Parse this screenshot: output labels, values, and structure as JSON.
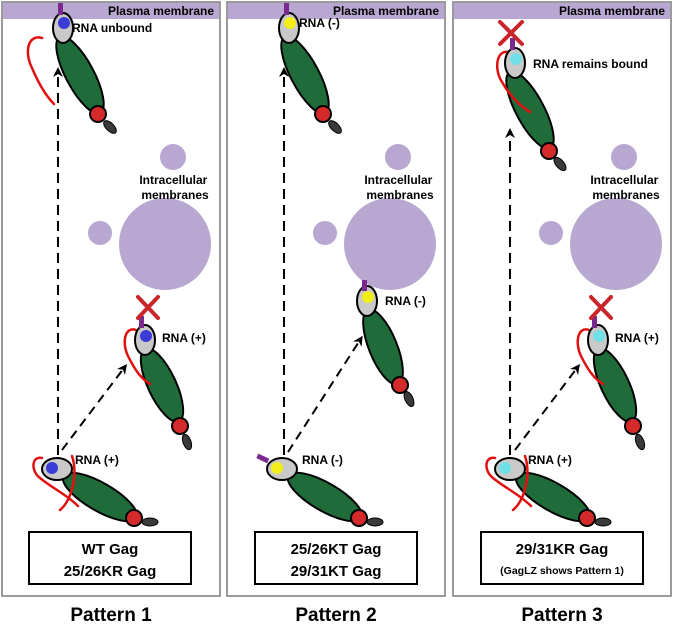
{
  "colors": {
    "membrane": "#b8a7d0",
    "gag_body": "#1f6b3a",
    "gag_head": "#c9c9c9",
    "gag_tail_ball": "#d42a2a",
    "rna": "#e01010",
    "myristoyl": "#7a2a8f",
    "block_x": "#c8262a",
    "mut_wt": "#3b3bd6",
    "mut_kt": "#f2ee1a",
    "mut_kr": "#6fe0e6"
  },
  "panels": [
    {
      "plasma_label": "Plasma membrane",
      "intracellular_label": [
        "Intracellular",
        "membranes"
      ],
      "rna_top": "RNA unbound",
      "rna_mid": "RNA (+)",
      "rna_bottom": "RNA (+)",
      "box_lines": [
        "WT Gag",
        "25/26KR Gag"
      ],
      "pattern": "Pattern 1"
    },
    {
      "plasma_label": "Plasma membrane",
      "intracellular_label": [
        "Intracellular",
        "membranes"
      ],
      "rna_top": "RNA (-)",
      "rna_mid": "RNA (-)",
      "rna_bottom": "RNA (-)",
      "box_lines": [
        "25/26KT Gag",
        "29/31KT Gag"
      ],
      "pattern": "Pattern 2"
    },
    {
      "plasma_label": "Plasma membrane",
      "intracellular_label": [
        "Intracellular",
        "membranes"
      ],
      "rna_top": "RNA remains bound",
      "rna_mid": "RNA (+)",
      "rna_bottom": "RNA (+)",
      "box_lines": [
        "29/31KR Gag",
        "(GagLZ shows Pattern 1)"
      ],
      "pattern": "Pattern 3"
    }
  ]
}
